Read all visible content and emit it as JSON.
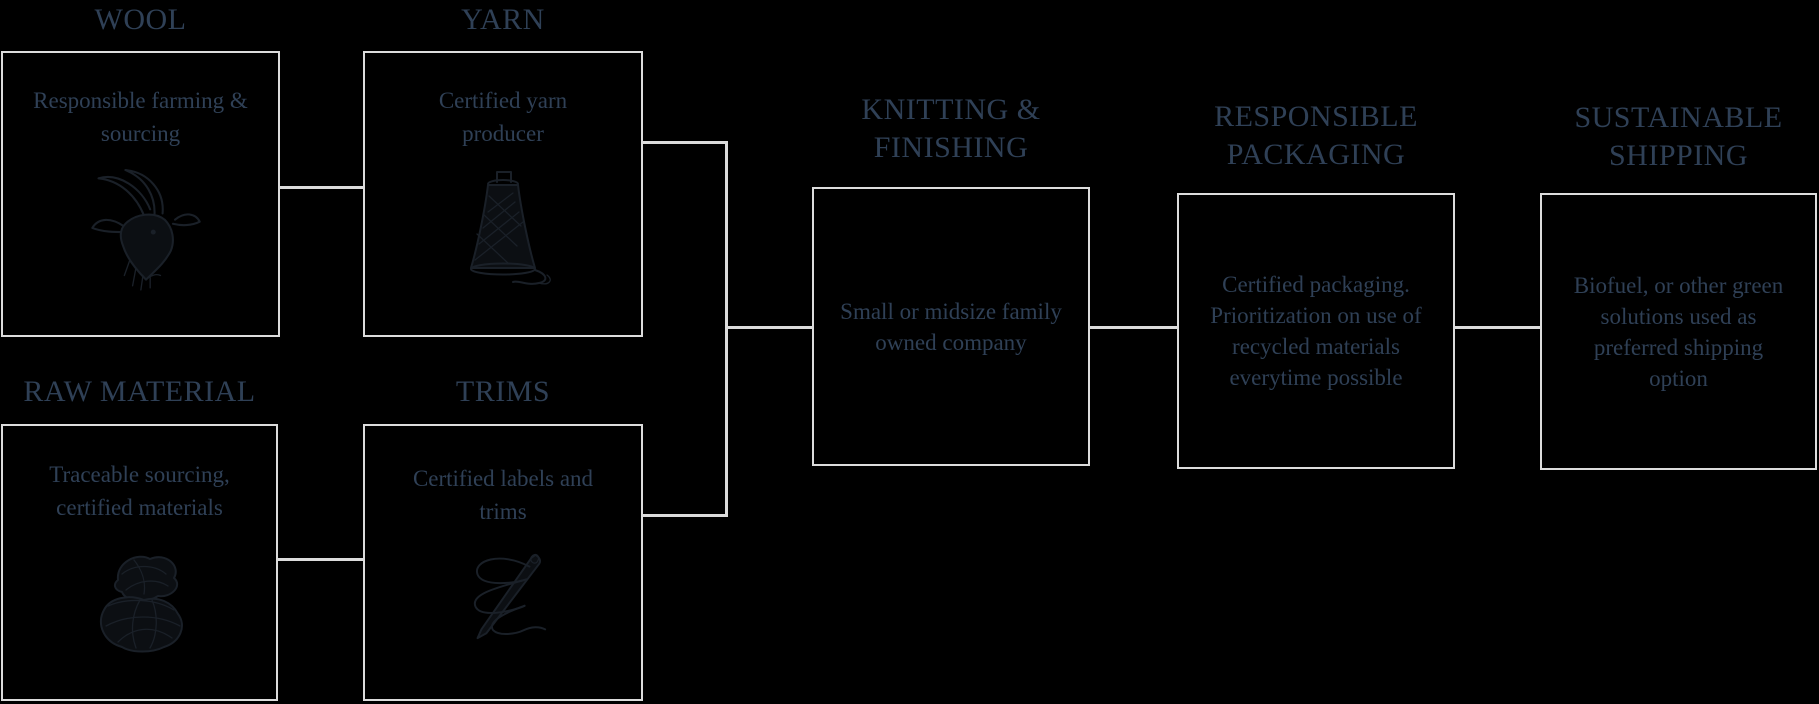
{
  "colors": {
    "background": "#000000",
    "line": "#dcdcdc",
    "text": "#2f4056",
    "icon_ink": "#1a2028"
  },
  "nodes": {
    "wool": {
      "title_lines": [
        "WOOL"
      ],
      "body_lines": [
        "Responsible farming &",
        "sourcing"
      ],
      "icon": "goat-icon"
    },
    "yarn": {
      "title_lines": [
        "YARN"
      ],
      "body_lines": [
        "Certified yarn",
        "producer"
      ],
      "icon": "yarn-cone-icon"
    },
    "raw_material": {
      "title_lines": [
        "RAW MATERIAL"
      ],
      "body_lines": [
        "Traceable sourcing,",
        "certified materials"
      ],
      "icon": "yarn-ball-icon"
    },
    "trims": {
      "title_lines": [
        "TRIMS"
      ],
      "body_lines": [
        "Certified labels and",
        "trims"
      ],
      "icon": "needle-thread-icon"
    },
    "knitting_finishing": {
      "title_lines": [
        "KNITTING &",
        "FINISHING"
      ],
      "body_lines": [
        "Small or midsize family",
        "owned company"
      ]
    },
    "responsible_packaging": {
      "title_lines": [
        "RESPONSIBLE",
        "PACKAGING"
      ],
      "body_lines": [
        "Certified packaging.",
        "Prioritization on use of",
        "recycled materials",
        "everytime possible"
      ]
    },
    "sustainable_shipping": {
      "title_lines": [
        "SUSTAINABLE",
        "SHIPPING"
      ],
      "body_lines": [
        "Biofuel, or other green",
        "solutions used as",
        "preferred shipping",
        "option"
      ]
    }
  }
}
